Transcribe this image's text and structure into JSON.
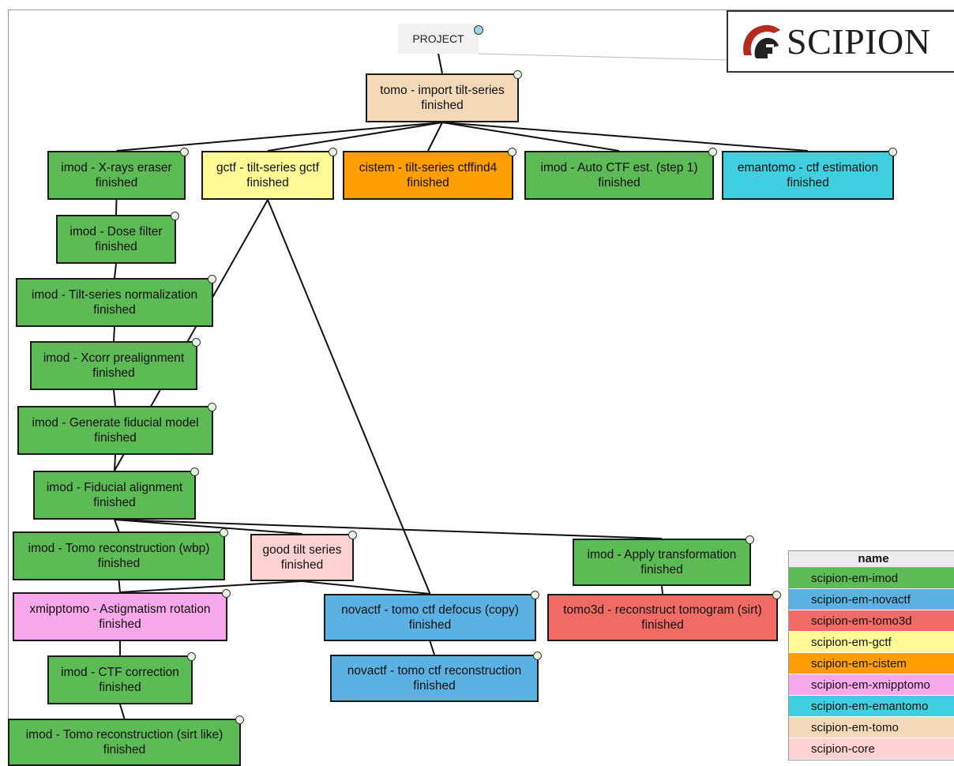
{
  "colors": {
    "imod": "#5dbb55",
    "novactf": "#5cb1e3",
    "tomo3d": "#ef6b63",
    "gctf": "#fffa96",
    "cistem": "#ff9e00",
    "xmipptomo": "#f7a8ea",
    "emantomo": "#3fcfe0",
    "tomo": "#f4d9b8",
    "core": "#ffd2d2"
  },
  "project": {
    "label": "PROJECT"
  },
  "logo": {
    "text": "SCIPION",
    "icon": "spartan-helmet-icon"
  },
  "nodes": [
    {
      "id": "import",
      "name": "tomo - import tilt-series",
      "status": "finished",
      "color": "tomo"
    },
    {
      "id": "xrays",
      "name": "imod - X-rays eraser",
      "status": "finished",
      "color": "imod"
    },
    {
      "id": "gctf",
      "name": "gctf - tilt-series gctf",
      "status": "finished",
      "color": "gctf"
    },
    {
      "id": "cistem",
      "name": "cistem - tilt-series ctffind4",
      "status": "finished",
      "color": "cistem"
    },
    {
      "id": "autoctf",
      "name": "imod - Auto CTF est. (step 1)",
      "status": "finished",
      "color": "imod"
    },
    {
      "id": "emantomo",
      "name": "emantomo - ctf estimation",
      "status": "finished",
      "color": "emantomo"
    },
    {
      "id": "dose",
      "name": "imod - Dose filter",
      "status": "finished",
      "color": "imod"
    },
    {
      "id": "norm",
      "name": "imod - Tilt-series normalization",
      "status": "finished",
      "color": "imod"
    },
    {
      "id": "xcorr",
      "name": "imod - Xcorr prealignment",
      "status": "finished",
      "color": "imod"
    },
    {
      "id": "fidmodel",
      "name": "imod - Generate fiducial model",
      "status": "finished",
      "color": "imod"
    },
    {
      "id": "fidalign",
      "name": "imod - Fiducial alignment",
      "status": "finished",
      "color": "imod"
    },
    {
      "id": "wbp",
      "name": "imod - Tomo reconstruction (wbp)",
      "status": "finished",
      "color": "imod"
    },
    {
      "id": "goodts",
      "name": "good tilt series",
      "status": "finished",
      "color": "core"
    },
    {
      "id": "applytr",
      "name": "imod - Apply transformation",
      "status": "finished",
      "color": "imod"
    },
    {
      "id": "astig",
      "name": "xmipptomo - Astigmatism rotation",
      "status": "finished",
      "color": "xmipptomo"
    },
    {
      "id": "novadef",
      "name": "novactf - tomo ctf defocus (copy)",
      "status": "finished",
      "color": "novactf"
    },
    {
      "id": "tomo3d",
      "name": "tomo3d - reconstruct tomogram (sirt)",
      "status": "finished",
      "color": "tomo3d"
    },
    {
      "id": "ctfcorr",
      "name": "imod - CTF correction",
      "status": "finished",
      "color": "imod"
    },
    {
      "id": "novarec",
      "name": "novactf - tomo ctf reconstruction",
      "status": "finished",
      "color": "novactf"
    },
    {
      "id": "sirt",
      "name": "imod - Tomo reconstruction (sirt like)",
      "status": "finished",
      "color": "imod"
    }
  ],
  "edges": [
    [
      "project",
      "import"
    ],
    [
      "import",
      "xrays"
    ],
    [
      "import",
      "gctf"
    ],
    [
      "import",
      "cistem"
    ],
    [
      "import",
      "autoctf"
    ],
    [
      "import",
      "emantomo"
    ],
    [
      "xrays",
      "dose"
    ],
    [
      "dose",
      "norm"
    ],
    [
      "norm",
      "xcorr"
    ],
    [
      "xcorr",
      "fidmodel"
    ],
    [
      "fidmodel",
      "fidalign"
    ],
    [
      "gctf",
      "fidalign"
    ],
    [
      "gctf",
      "novadef"
    ],
    [
      "fidalign",
      "wbp"
    ],
    [
      "fidalign",
      "goodts"
    ],
    [
      "fidalign",
      "applytr"
    ],
    [
      "wbp",
      "astig"
    ],
    [
      "goodts",
      "astig"
    ],
    [
      "goodts",
      "novadef"
    ],
    [
      "applytr",
      "tomo3d"
    ],
    [
      "astig",
      "ctfcorr"
    ],
    [
      "novadef",
      "novarec"
    ],
    [
      "ctfcorr",
      "sirt"
    ]
  ],
  "legend": {
    "header": "name",
    "rows": [
      {
        "label": "scipion-em-imod",
        "color": "imod"
      },
      {
        "label": "scipion-em-novactf",
        "color": "novactf"
      },
      {
        "label": "scipion-em-tomo3d",
        "color": "tomo3d"
      },
      {
        "label": "scipion-em-gctf",
        "color": "gctf"
      },
      {
        "label": "scipion-em-cistem",
        "color": "cistem"
      },
      {
        "label": "scipion-em-xmipptomo",
        "color": "xmipptomo"
      },
      {
        "label": "scipion-em-emantomo",
        "color": "emantomo"
      },
      {
        "label": "scipion-em-tomo",
        "color": "tomo"
      },
      {
        "label": "scipion-core",
        "color": "core"
      }
    ]
  }
}
